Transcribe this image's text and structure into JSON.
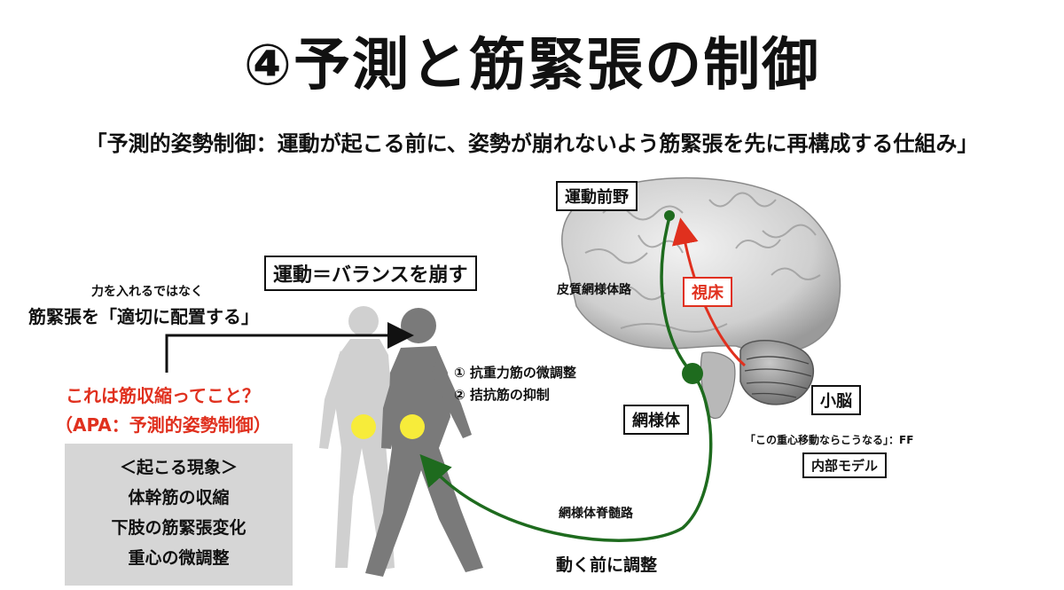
{
  "title": "④予測と筋緊張の制御",
  "subtitle": "「予測的姿勢制御：運動が起こる前に、姿勢が崩れないよう筋緊張を先に再構成する仕組み」",
  "labels": {
    "chikara": "力を入れるではなく",
    "kinkincho": "筋緊張を「適切に配置する」",
    "undo_balance": "運動＝バランスを崩す",
    "question": "これは筋収縮ってこと？",
    "apa": "（APA：予測的姿勢制御）",
    "pre_motor": "運動前野",
    "cortico_reticular": "皮質網様体路",
    "thalamus": "視床",
    "anti_gravity": "①  抗重力筋の微調整",
    "antagonist": "②  拮抗筋の抑制",
    "reticular": "網様体",
    "cerebellum": "小脳",
    "ff_note": "「この重心移動ならこうなる」：FF",
    "internal_model": "内部モデル",
    "reticulospinal": "網様体脊髄路",
    "adjust_before": "動く前に調整"
  },
  "phenomena": {
    "heading": "＜起こる現象＞",
    "items": [
      "体幹筋の収縮",
      "下肢の筋緊張変化",
      "重心の微調整"
    ]
  },
  "colors": {
    "accent_red": "#e0301e",
    "tract_green": "#1e6b1e",
    "dot_yellow": "#f7ec3a"
  }
}
